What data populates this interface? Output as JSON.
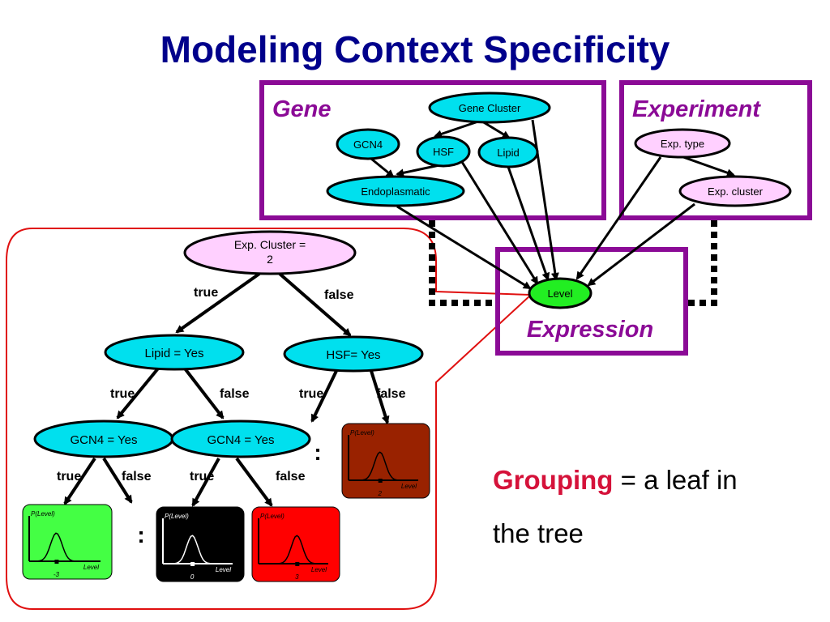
{
  "slide": {
    "title": "Modeling Context Specificity",
    "grouping_keyword": "Grouping",
    "grouping_rest": " = a leaf in",
    "grouping_line2": "the tree"
  },
  "colors": {
    "title": "#00008b",
    "frame": "#8b0a96",
    "gene_node": "#00e0ee",
    "experiment_node": "#ffd0ff",
    "level_node": "#22ee22",
    "highlight": "#e01010",
    "leaf_green": "#44ff44",
    "leaf_black": "#000000",
    "leaf_red": "#ff0000",
    "leaf_brown": "#992200"
  },
  "model": {
    "gene_label": "Gene",
    "experiment_label": "Experiment",
    "expression_label": "Expression",
    "nodes": {
      "gene_cluster": "Gene Cluster",
      "gcn4": "GCN4",
      "hsf": "HSF",
      "lipid": "Lipid",
      "endoplasmatic": "Endoplasmatic",
      "exp_type": "Exp. type",
      "exp_cluster": "Exp. cluster",
      "level": "Level"
    }
  },
  "tree": {
    "root_line1": "Exp. Cluster =",
    "root_line2": "2",
    "lipid": "Lipid = Yes",
    "hsf": "HSF= Yes",
    "gcn4_left": "GCN4 = Yes",
    "gcn4_right": "GCN4 = Yes",
    "edge_true": "true",
    "edge_false": "false",
    "ellipsis": ":",
    "leaves": [
      {
        "id": "green",
        "ylabel": "P(Level)",
        "xlabel": "Level",
        "tick": "-3"
      },
      {
        "id": "black",
        "ylabel": "P(Level)",
        "xlabel": "Level",
        "tick": "0"
      },
      {
        "id": "red",
        "ylabel": "P(Level)",
        "xlabel": "Level",
        "tick": "3"
      },
      {
        "id": "brown",
        "ylabel": "P(Level)",
        "xlabel": "Level",
        "tick": "2"
      }
    ]
  }
}
